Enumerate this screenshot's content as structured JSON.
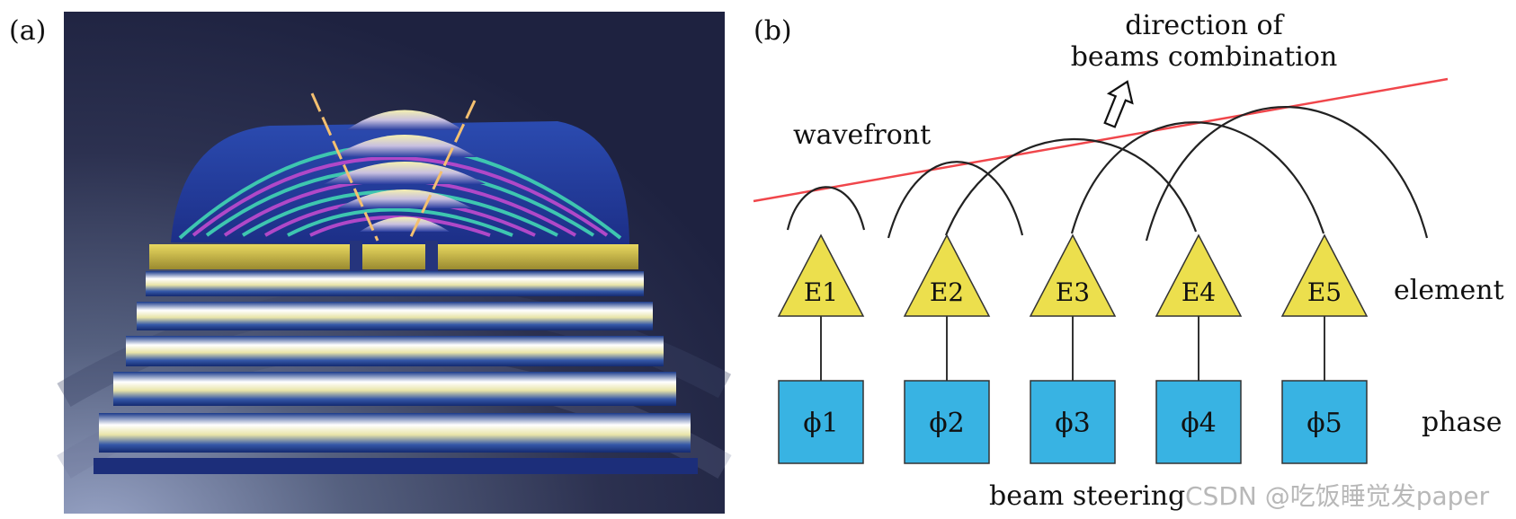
{
  "panel_a": {
    "label": "(a)"
  },
  "panel_b": {
    "label": "(b)",
    "direction_line1": "direction of",
    "direction_line2": "beams combination",
    "wavefront": "wavefront",
    "row_element": "element",
    "row_phase": "phase",
    "beam_steering": "beam steering",
    "elements": [
      "E1",
      "E2",
      "E3",
      "E4",
      "E5"
    ],
    "phases": [
      "ϕ1",
      "ϕ2",
      "ϕ3",
      "ϕ4",
      "ϕ5"
    ],
    "colors": {
      "element_fill": "#ecdf4d",
      "phase_fill": "#38b3e3",
      "wavefront_line": "#f0464b"
    }
  },
  "watermark": "CSDN @吃饭睡觉发paper"
}
